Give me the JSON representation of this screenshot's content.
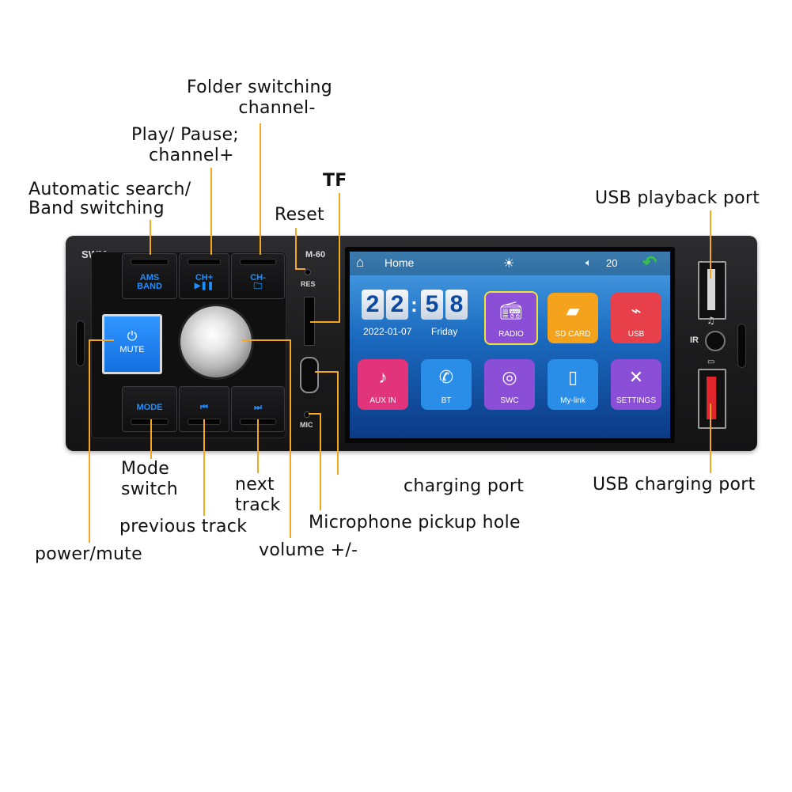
{
  "labels": {
    "folder_switching": [
      "Folder switching",
      "channel-"
    ],
    "play_pause": [
      "Play/ Pause;",
      "channel+"
    ],
    "auto_search": [
      "Automatic search/",
      "Band switching"
    ],
    "tf": "TF",
    "reset": "Reset",
    "usb_playback": "USB playback port",
    "mode_switch": [
      "Mode",
      "switch"
    ],
    "next_track": [
      "next",
      "track"
    ],
    "previous_track": "previous track",
    "power_mute": "power/mute",
    "volume": "volume +/-",
    "charging_port": "charging port",
    "mic_hole": "Microphone pickup hole",
    "usb_charging": "USB charging port"
  },
  "device": {
    "brand": "SWM",
    "model": "M-60",
    "res_label": "RES",
    "mic_label": "MIC",
    "buttons": {
      "ams": [
        "AMS",
        "BAND"
      ],
      "ch_plus": [
        "CH+",
        "▶❚❚"
      ],
      "ch_minus": [
        "CH-",
        "🗀"
      ],
      "mute": "MUTE",
      "mode": "MODE",
      "prev": "⏮",
      "next": "⏭"
    }
  },
  "screen": {
    "home_label": "Home",
    "volume_level": "20",
    "clock": {
      "h1": "2",
      "h2": "2",
      "m1": "5",
      "m2": "8",
      "date": "2022-01-07",
      "day": "Friday"
    },
    "tiles": [
      {
        "label": "RADIO",
        "icon": "radio-icon",
        "color": "#8a4fd6"
      },
      {
        "label": "SD CARD",
        "icon": "sd-card-icon",
        "color": "#f5a21c"
      },
      {
        "label": "USB",
        "icon": "usb-icon",
        "color": "#e8404a"
      },
      {
        "label": "AUX IN",
        "icon": "aux-icon",
        "color": "#e2347a"
      },
      {
        "label": "BT",
        "icon": "bluetooth-phone-icon",
        "color": "#2a8de8"
      },
      {
        "label": "SWC",
        "icon": "steering-wheel-icon",
        "color": "#8a4fd6"
      },
      {
        "label": "My-link",
        "icon": "mirror-link-icon",
        "color": "#2a8de8"
      },
      {
        "label": "SETTINGS",
        "icon": "settings-icon",
        "color": "#8a4fd6"
      }
    ],
    "accent_colors": {
      "callout_line": "#f5a623",
      "button_text": "#1f8fff",
      "back_arrow": "#35c24a"
    }
  }
}
